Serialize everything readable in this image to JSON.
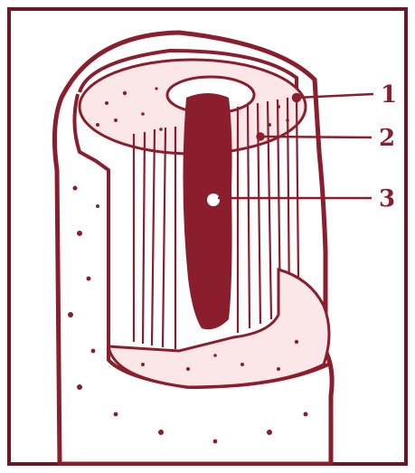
{
  "colors": {
    "ink": "#8b1e2d",
    "border": "#6b1826",
    "background": "#ffffff"
  },
  "labels": [
    {
      "id": "1",
      "text": "1"
    },
    {
      "id": "2",
      "text": "2"
    },
    {
      "id": "3",
      "text": "3"
    }
  ]
}
